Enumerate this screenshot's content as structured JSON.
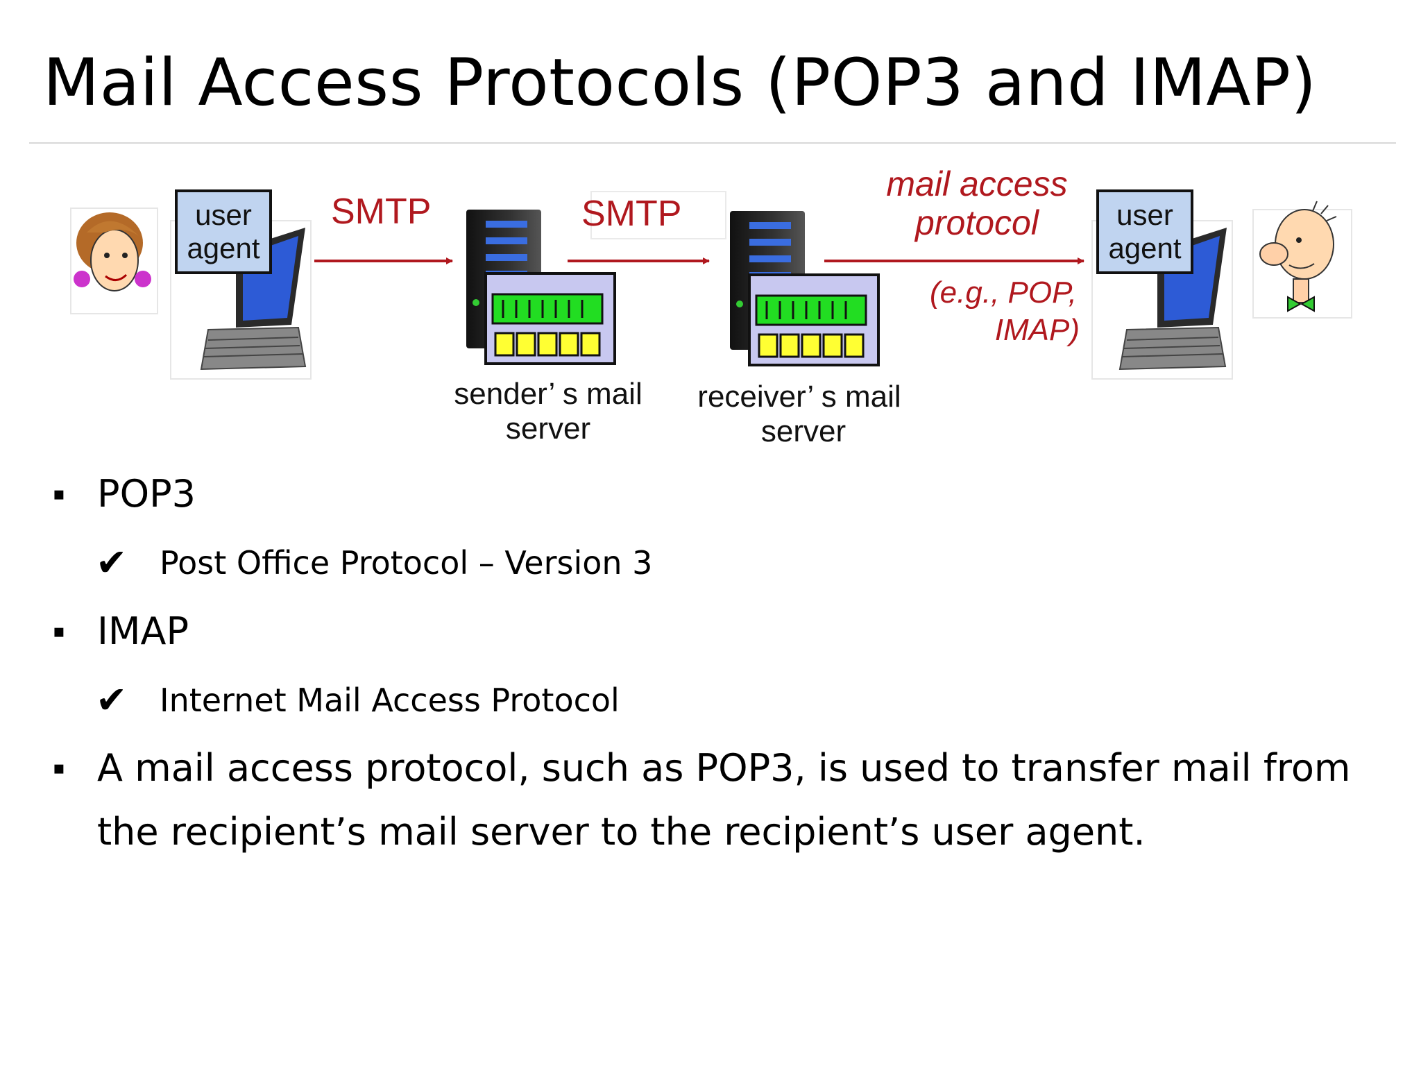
{
  "title": "Mail Access Protocols (POP3 and IMAP)",
  "diagram": {
    "sender_agent_label": [
      "user",
      "agent"
    ],
    "receiver_agent_label": [
      "user",
      "agent"
    ],
    "smtp_label_1": "SMTP",
    "smtp_label_2": "SMTP",
    "access_label": [
      "mail access",
      "protocol"
    ],
    "access_example": [
      "(e.g., POP,",
      "IMAP)"
    ],
    "sender_server_label": [
      "sender’ s mail",
      "server"
    ],
    "receiver_server_label": [
      "receiver’ s mail",
      "server"
    ],
    "colors": {
      "accent": "#b0181e",
      "agent_fill": "#c0d4f0",
      "server_green": "#22dd22",
      "server_yellow": "#ffff33",
      "server_panel": "#c8c8f0"
    }
  },
  "bullets": [
    {
      "mark": "▪",
      "text": "POP3",
      "level": 1
    },
    {
      "mark": "✔",
      "text": "Post Office Protocol – Version 3",
      "level": 2
    },
    {
      "mark": "▪",
      "text": "IMAP",
      "level": 1
    },
    {
      "mark": "✔",
      "text": "Internet Mail Access Protocol",
      "level": 2
    },
    {
      "mark": "▪",
      "text": "A mail access protocol, such as POP3, is used to transfer mail from",
      "level": 1
    },
    {
      "mark": "",
      "text": "the recipient’s mail server to the recipient’s user agent.",
      "level": 1
    }
  ]
}
